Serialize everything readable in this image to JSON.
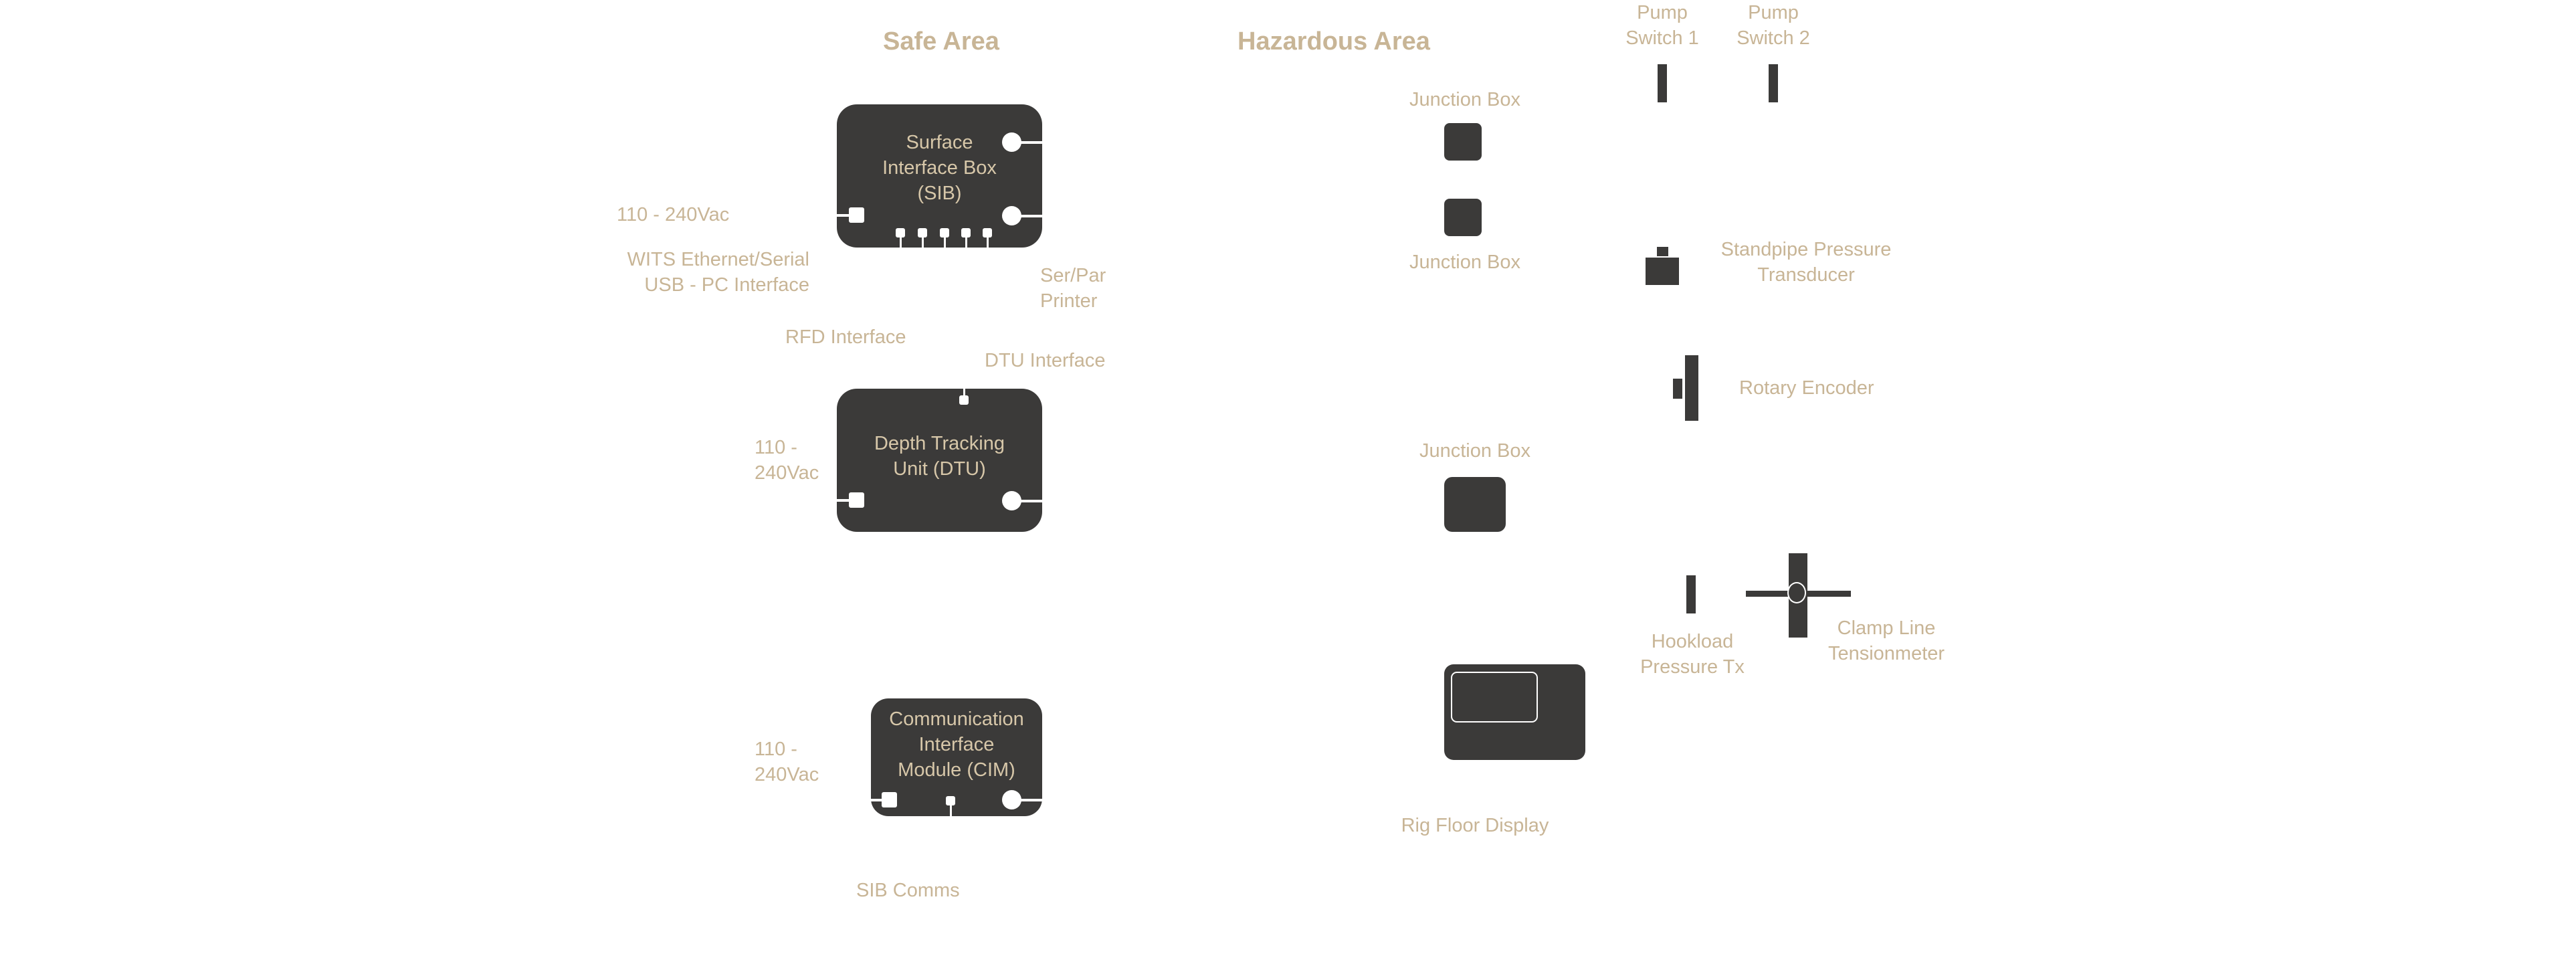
{
  "headings": {
    "safe_area": "Safe Area",
    "hazardous_area": "Hazardous Area"
  },
  "devices": {
    "sib": [
      "Surface",
      "Interface Box",
      "(SIB)"
    ],
    "dtu": [
      "Depth Tracking",
      "Unit (DTU)"
    ],
    "cim": [
      "Communication",
      "Interface",
      "Module (CIM)"
    ]
  },
  "labels": {
    "sib_power": "110 - 240Vac",
    "wits": [
      "WITS Ethernet/Serial",
      "USB - PC Interface"
    ],
    "ser_par": [
      "Ser/Par",
      "Printer"
    ],
    "rfd": "RFD Interface",
    "dtu_interface": "DTU Interface",
    "dtu_power": [
      "110 -",
      "240Vac"
    ],
    "cim_power": [
      "110 -",
      "240Vac"
    ],
    "sib_comms": "SIB Comms",
    "junction_box_1": "Junction Box",
    "junction_box_2": "Junction Box",
    "junction_box_3": "Junction Box",
    "rig_floor_display": "Rig Floor Display",
    "pump_switch_1": [
      "Pump",
      "Switch 1"
    ],
    "pump_switch_2": [
      "Pump",
      "Switch 2"
    ],
    "standpipe": [
      "Standpipe Pressure",
      "Transducer"
    ],
    "rotary_encoder": "Rotary Encoder",
    "hookload": [
      "Hookload",
      "Pressure Tx"
    ],
    "clamp_line": [
      "Clamp Line",
      "Tensionmeter"
    ]
  },
  "colors": {
    "device": "#3b3a39",
    "label": "#c8b596",
    "device_label": "#d7c7a9",
    "background": "#ffffff"
  }
}
